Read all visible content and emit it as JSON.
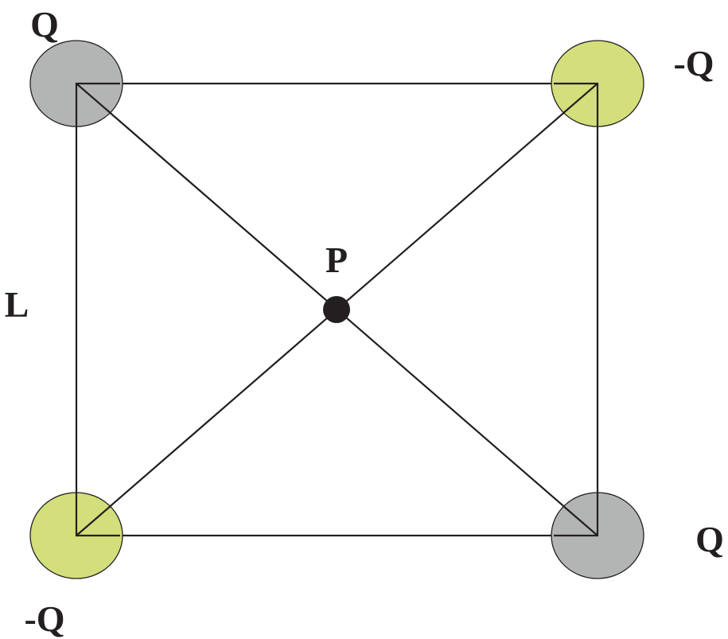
{
  "diagram": {
    "charges": [
      {
        "id": "top-left",
        "label": "Q",
        "color": "#b3b5b4"
      },
      {
        "id": "top-right",
        "label": "-Q",
        "color": "#d3df7a"
      },
      {
        "id": "bottom-left",
        "label": "-Q",
        "color": "#d3df7a"
      },
      {
        "id": "bottom-right",
        "label": "Q",
        "color": "#b3b5b4"
      }
    ],
    "side_label": "L",
    "center_label": "P",
    "center_point_color": "#231f20",
    "line_color": "#231f20"
  }
}
